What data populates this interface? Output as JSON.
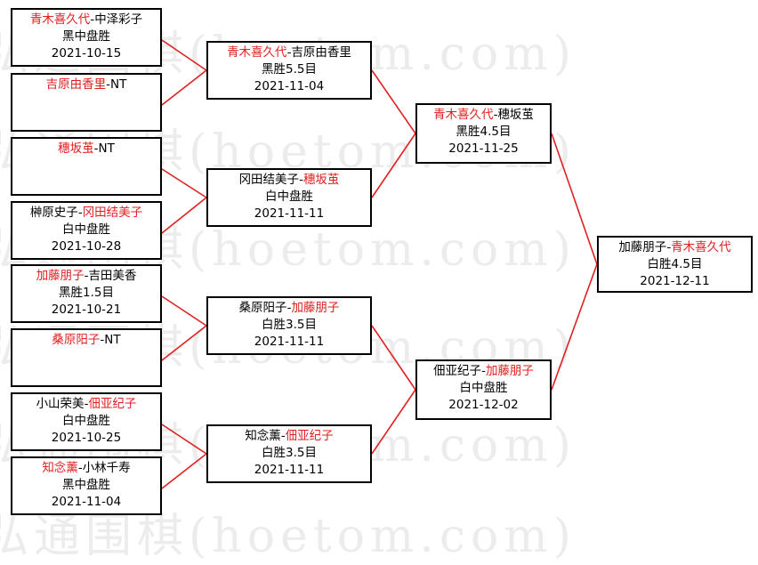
{
  "watermark": "弘通围棋(hoetom.com)",
  "colors": {
    "winner": "#e02020",
    "line": "#e02020",
    "border": "#000000"
  },
  "matches": [
    {
      "id": "r1m1",
      "p1": "青木喜久代",
      "sep": "-",
      "p2": "中泽彩子",
      "winner": 1,
      "result": "黑中盘胜",
      "date": "2021-10-15"
    },
    {
      "id": "r1m2",
      "p1": "吉原由香里",
      "sep": "-",
      "p2": "NT",
      "winner": 1,
      "result": "",
      "date": ""
    },
    {
      "id": "r1m3",
      "p1": "穗坂茧",
      "sep": "-",
      "p2": "NT",
      "winner": 1,
      "result": "",
      "date": ""
    },
    {
      "id": "r1m4",
      "p1": "榊原史子",
      "sep": "-",
      "p2": "冈田结美子",
      "winner": 2,
      "result": "白中盘胜",
      "date": "2021-10-28"
    },
    {
      "id": "r1m5",
      "p1": "加藤朋子",
      "sep": "-",
      "p2": "吉田美香",
      "winner": 1,
      "result": "黑胜1.5目",
      "date": "2021-10-21"
    },
    {
      "id": "r1m6",
      "p1": "桑原阳子",
      "sep": "-",
      "p2": "NT",
      "winner": 1,
      "result": "",
      "date": ""
    },
    {
      "id": "r1m7",
      "p1": "小山荣美",
      "sep": "-",
      "p2": "佃亚纪子",
      "winner": 2,
      "result": "白中盘胜",
      "date": "2021-10-25"
    },
    {
      "id": "r1m8",
      "p1": "知念薰",
      "sep": "-",
      "p2": "小林千寿",
      "winner": 1,
      "result": "黑中盘胜",
      "date": "2021-11-04"
    },
    {
      "id": "r2m1",
      "p1": "青木喜久代",
      "sep": "-",
      "p2": "吉原由香里",
      "winner": 1,
      "result": "黑胜5.5目",
      "date": "2021-11-04"
    },
    {
      "id": "r2m2",
      "p1": "冈田结美子",
      "sep": "-",
      "p2": "穗坂茧",
      "winner": 2,
      "result": "白中盘胜",
      "date": "2021-11-11"
    },
    {
      "id": "r2m3",
      "p1": "桑原阳子",
      "sep": "-",
      "p2": "加藤朋子",
      "winner": 2,
      "result": "白胜3.5目",
      "date": "2021-11-11"
    },
    {
      "id": "r2m4",
      "p1": "知念薰",
      "sep": "-",
      "p2": "佃亚纪子",
      "winner": 2,
      "result": "白胜3.5目",
      "date": "2021-11-11"
    },
    {
      "id": "r3m1",
      "p1": "青木喜久代",
      "sep": "-",
      "p2": "穗坂茧",
      "winner": 1,
      "result": "黑胜4.5目",
      "date": "2021-11-25"
    },
    {
      "id": "r3m2",
      "p1": "佃亚纪子",
      "sep": "-",
      "p2": "加藤朋子",
      "winner": 2,
      "result": "白中盘胜",
      "date": "2021-12-02"
    },
    {
      "id": "r4m1",
      "p1": "加藤朋子",
      "sep": "-",
      "p2": "青木喜久代",
      "winner": 2,
      "result": "白胜4.5目",
      "date": "2021-12-11"
    }
  ]
}
